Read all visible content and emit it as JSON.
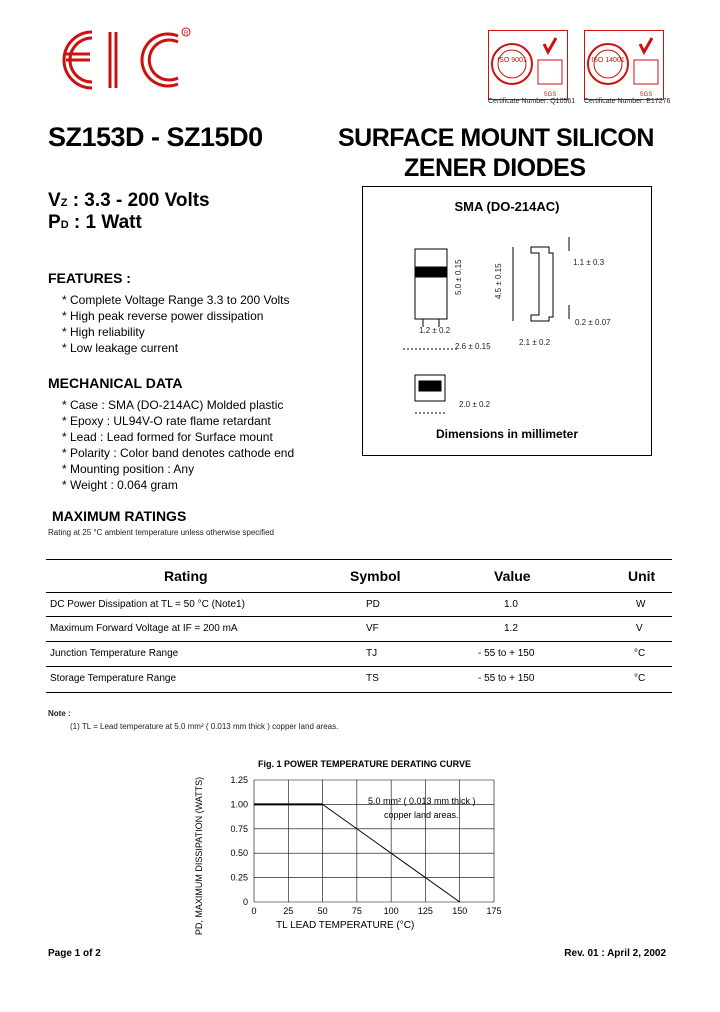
{
  "header": {
    "logo_text": "EIC",
    "certificates": [
      {
        "iso": "ISO 9001",
        "badge_text": "SGS",
        "caption": "Certificate Number: Q10561"
      },
      {
        "iso": "ISO 14001",
        "badge_text": "SGS",
        "caption": "Certificate Number: E17276"
      }
    ]
  },
  "part_number": "SZ153D - SZ15D0",
  "title_line1": "SURFACE MOUNT SILICON",
  "title_line2": "ZENER DIODES",
  "specs": {
    "vz_symbol": "V",
    "vz_sub": "Z",
    "vz_value": ": 3.3 - 200 Volts",
    "pd_symbol": "P",
    "pd_sub": "D",
    "pd_value": ": 1 Watt"
  },
  "package": {
    "title": "SMA (DO-214AC)",
    "caption": "Dimensions in millimeter",
    "dims": {
      "body_height": "5.0 ± 0.15",
      "body_height2": "4.5 ± 0.15",
      "lead_width": "1.2 ± 0.2",
      "body_width": "2.6 ± 0.15",
      "side_width": "2.1 ± 0.2",
      "lead_thick": "1.1 ± 0.3",
      "lead_len": "0.2 ± 0.07",
      "end_width": "2.0 ± 0.2"
    }
  },
  "features": {
    "heading": "FEATURES :",
    "items": [
      "* Complete Voltage Range 3.3 to 200 Volts",
      "* High peak reverse power dissipation",
      "* High reliability",
      "* Low leakage current"
    ]
  },
  "mechanical": {
    "heading": "MECHANICAL DATA",
    "items": [
      "* Case : SMA (DO-214AC) Molded plastic",
      "* Epoxy : UL94V-O rate flame retardant",
      "* Lead : Lead formed for Surface mount",
      "* Polarity : Color band denotes cathode end",
      "* Mounting position : Any",
      "* Weight : 0.064 gram"
    ]
  },
  "ratings": {
    "heading": "MAXIMUM RATINGS",
    "note": "Rating at 25 °C ambient temperature unless otherwise specified",
    "columns": [
      "Rating",
      "Symbol",
      "Value",
      "Unit"
    ],
    "rows": [
      [
        "DC Power Dissipation at TL = 50 °C (Note1)",
        "PD",
        "1.0",
        "W"
      ],
      [
        "Maximum Forward Voltage at IF = 200 mA",
        "VF",
        "1.2",
        "V"
      ],
      [
        "Junction Temperature Range",
        "TJ",
        "- 55 to + 150",
        "°C"
      ],
      [
        "Storage Temperature Range",
        "TS",
        "- 55 to + 150",
        "°C"
      ]
    ]
  },
  "notes": {
    "heading": "Note :",
    "items": [
      "(1) TL = Lead temperature at 5.0 mm² ( 0.013 mm thick ) copper land areas."
    ]
  },
  "chart_data": {
    "type": "line",
    "title": "Fig. 1  POWER TEMPERATURE DERATING CURVE",
    "xlabel": "TL  LEAD TEMPERATURE (°C)",
    "ylabel": "PD, MAXIMUM DISSIPATION (WATTS)",
    "xlim": [
      0,
      175
    ],
    "ylim": [
      0,
      1.25
    ],
    "x_ticks": [
      "0",
      "25",
      "50",
      "75",
      "100",
      "125",
      "150",
      "175"
    ],
    "y_ticks": [
      "0",
      "0.25",
      "0.50",
      "0.75",
      "1.00",
      "1.25"
    ],
    "grid": true,
    "annotation_line1": "5.0 mm² ( 0.013 mm thick )",
    "annotation_line2": "copper land areas.",
    "series": [
      {
        "x": [
          0,
          50,
          150
        ],
        "y": [
          1.0,
          1.0,
          0
        ]
      }
    ]
  },
  "footer": {
    "page": "Page 1 of 2",
    "revision": "Rev. 01 : April 2, 2002"
  }
}
